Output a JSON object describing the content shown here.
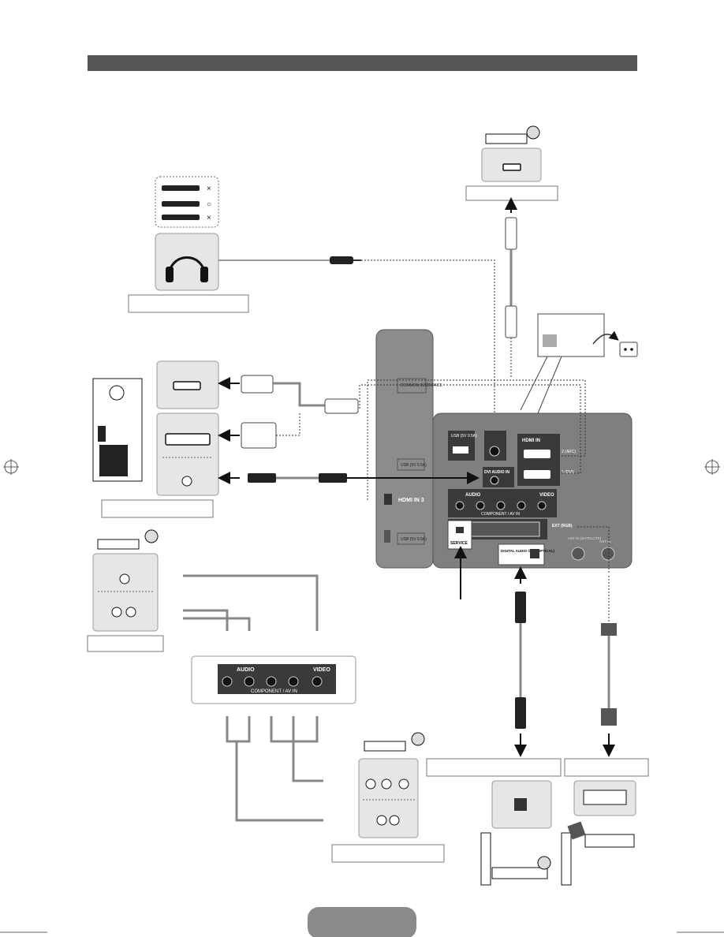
{
  "panel": {
    "usb_label": "USB (5V 0.5A)",
    "hdmi_in_label": "HDMI IN",
    "hdmi_port2_label": "2 (ARC)",
    "hdmi_port1_label": "1 (DVI)",
    "dvi_audio_in_label": "DVI AUDIO IN",
    "audio_label": "AUDIO",
    "video_label": "VIDEO",
    "component_av_in_label": "COMPONENT / AV IN",
    "ext_rgb_label": "EXT (RGB)",
    "service_label": "SERVICE",
    "digital_audio_out_label": "DIGITAL AUDIO OUT (OPTICAL)",
    "ant_in_satellite_label": "ANT IN (SATELLITE)",
    "ant_in_label": "ANT IN"
  },
  "side_panel": {
    "common_interface_label": "COMMON INTERFACE",
    "usb_side_label": "USB (5V 0.5A)",
    "hdmi_in3_label": "HDMI IN 3",
    "usb_side2_label": "USB (5V 0.5A)"
  },
  "headphone_plugs": {
    "symbols": [
      "×",
      "○",
      "×"
    ]
  },
  "component_closeup": {
    "audio_label": "AUDIO",
    "video_label": "VIDEO",
    "component_av_in_label": "COMPONENT / AV IN"
  },
  "colors": {
    "header_bar": "#555555",
    "panel": "#7f7f7f",
    "panel_dark": "#3a3a3a",
    "cable": "#888888",
    "port_black": "#1a1a1a"
  }
}
